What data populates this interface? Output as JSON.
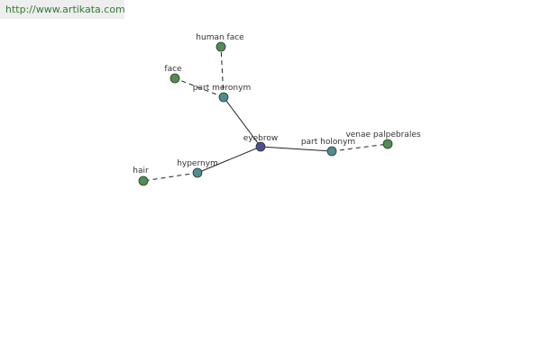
{
  "source": {
    "url_text": "http://www.artikata.com"
  },
  "graph": {
    "colors": {
      "center": "#4a4f96",
      "relation": "#4f8c8c",
      "leaf": "#4f8f4f"
    },
    "nodes": [
      {
        "id": "eyebrow",
        "label": "eyebrow",
        "kind": "center"
      },
      {
        "id": "part_meronym",
        "label": "part meronym",
        "kind": "relation"
      },
      {
        "id": "part_holonym",
        "label": "part holonym",
        "kind": "relation"
      },
      {
        "id": "hypernym",
        "label": "hypernym",
        "kind": "relation"
      },
      {
        "id": "human_face",
        "label": "human face",
        "kind": "leaf"
      },
      {
        "id": "face",
        "label": "face",
        "kind": "leaf"
      },
      {
        "id": "venae_palpebrales",
        "label": "venae palpebrales",
        "kind": "leaf"
      },
      {
        "id": "hair",
        "label": "hair",
        "kind": "leaf"
      }
    ],
    "edges": [
      {
        "from": "eyebrow",
        "to": "part_meronym",
        "style": "solid"
      },
      {
        "from": "eyebrow",
        "to": "part_holonym",
        "style": "solid"
      },
      {
        "from": "eyebrow",
        "to": "hypernym",
        "style": "solid"
      },
      {
        "from": "part_meronym",
        "to": "human_face",
        "style": "dashed"
      },
      {
        "from": "part_meronym",
        "to": "face",
        "style": "dashed"
      },
      {
        "from": "part_holonym",
        "to": "venae_palpebrales",
        "style": "dashed"
      },
      {
        "from": "hypernym",
        "to": "hair",
        "style": "dashed"
      }
    ]
  }
}
